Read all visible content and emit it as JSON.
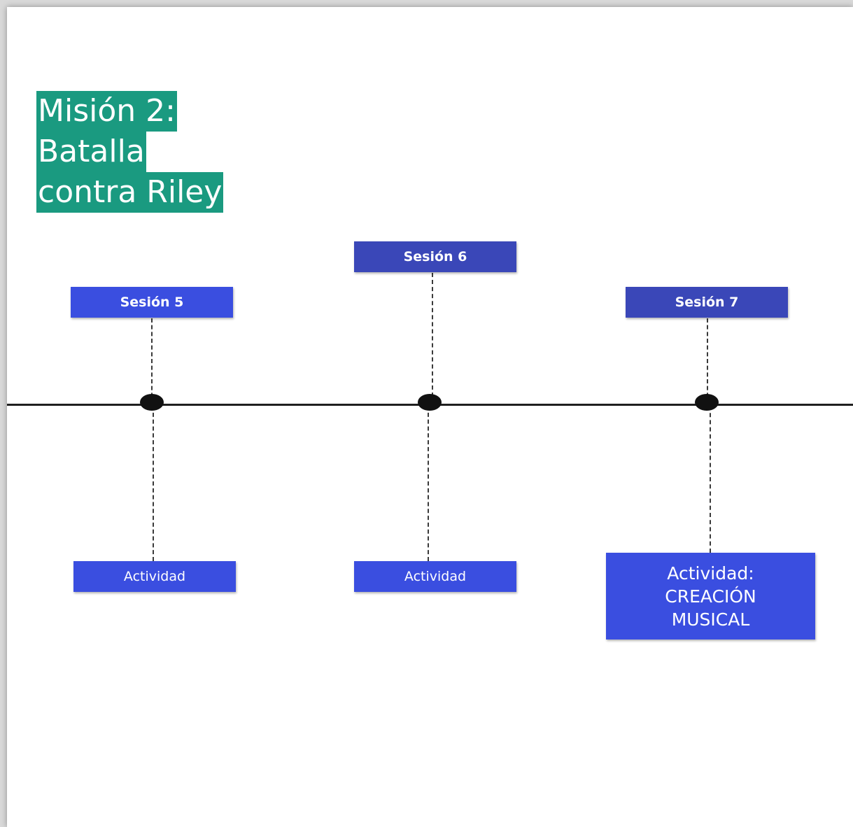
{
  "title": {
    "line1": "Misión 2:",
    "line2": "Batalla",
    "line3": "contra Riley"
  },
  "sessions": [
    {
      "label": "Sesión 5"
    },
    {
      "label": "Sesión 6"
    },
    {
      "label": "Sesión 7"
    }
  ],
  "activities": [
    {
      "label": "Actividad"
    },
    {
      "label": "Actividad"
    },
    {
      "line1": "Actividad:",
      "line2": "CREACIÓN",
      "line3": "MUSICAL"
    }
  ],
  "colors": {
    "title_bg": "#1a9a80",
    "session_5": "#3a4ee0",
    "session_6": "#3a47b8",
    "session_7": "#3a47b8",
    "activity": "#3a4ee0",
    "axis": "#1f1f1f"
  }
}
